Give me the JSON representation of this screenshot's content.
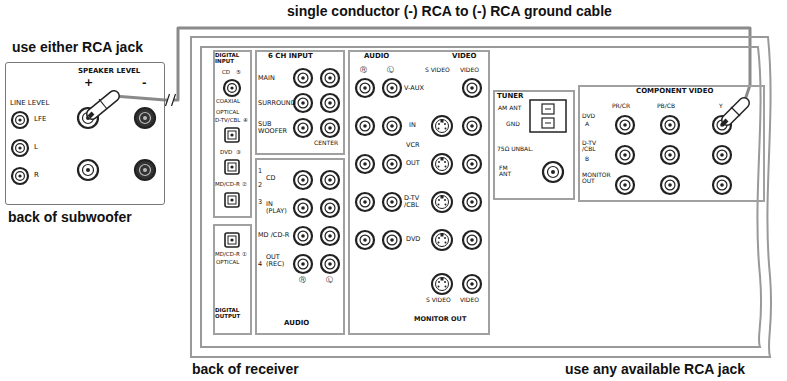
{
  "diagram": {
    "nodes": [
      {
        "text": [
          "SPEAKER LEVEL",
          "+",
          "-",
          "LINE LEVEL",
          "LFE",
          "L",
          "R",
          "back of subwoofer"
        ]
      },
      {
        "text": [
          "back of receiver"
        ]
      },
      {
        "text": [
          "DIGITAL INPUT",
          "CD",
          "⑤",
          "COAXIAL",
          "OPTICAL",
          "D-TV/CBL",
          "④",
          "DVD",
          "③",
          "MD/CD-R",
          "②"
        ],
        "in": 1
      },
      {
        "text": [
          "MD/CD-R",
          "①",
          "OPTICAL",
          "DIGITAL OUTPUT"
        ],
        "in": 1
      },
      {
        "text": [
          "6 CH INPUT",
          "MAIN",
          "SURROUND",
          "SUB WOOFER",
          "CENTER"
        ],
        "in": 1
      },
      {
        "text": [
          "1",
          "CD",
          "2",
          "3",
          "IN (PLAY)",
          "MD /CD-R",
          "OUT (REC)",
          "4",
          "Ⓡ",
          "Ⓛ",
          "AUDIO"
        ],
        "in": 1
      },
      {
        "text": [
          "AUDIO",
          "VIDEO",
          "Ⓡ",
          "Ⓛ",
          "S VIDEO",
          "VIDEO",
          "V-AUX",
          "IN",
          "VCR",
          "OUT",
          "D-TV /CBL",
          "DVD",
          "S VIDEO",
          "VIDEO",
          "MONITOR OUT"
        ],
        "in": 1
      },
      {
        "text": [
          "TUNER",
          "AM ANT",
          "GND",
          "75Ω UNBAL.",
          "FM ANT"
        ],
        "in": 1
      },
      {
        "text": [
          "COMPONENT VIDEO",
          "PR/CR",
          "PB/CB",
          "Y",
          "DVD",
          "A",
          "D-TV /CBL",
          "B",
          "MONITOR OUT"
        ],
        "in": 1
      }
    ],
    "edges": [
      {
        "from": 0,
        "to": 8,
        "arrow": "none",
        "label": "single conductor (-) RCA to (-) RCA ground cable"
      }
    ],
    "labels": [
      "use either RCA jack",
      "use any available RCA jack"
    ]
  }
}
